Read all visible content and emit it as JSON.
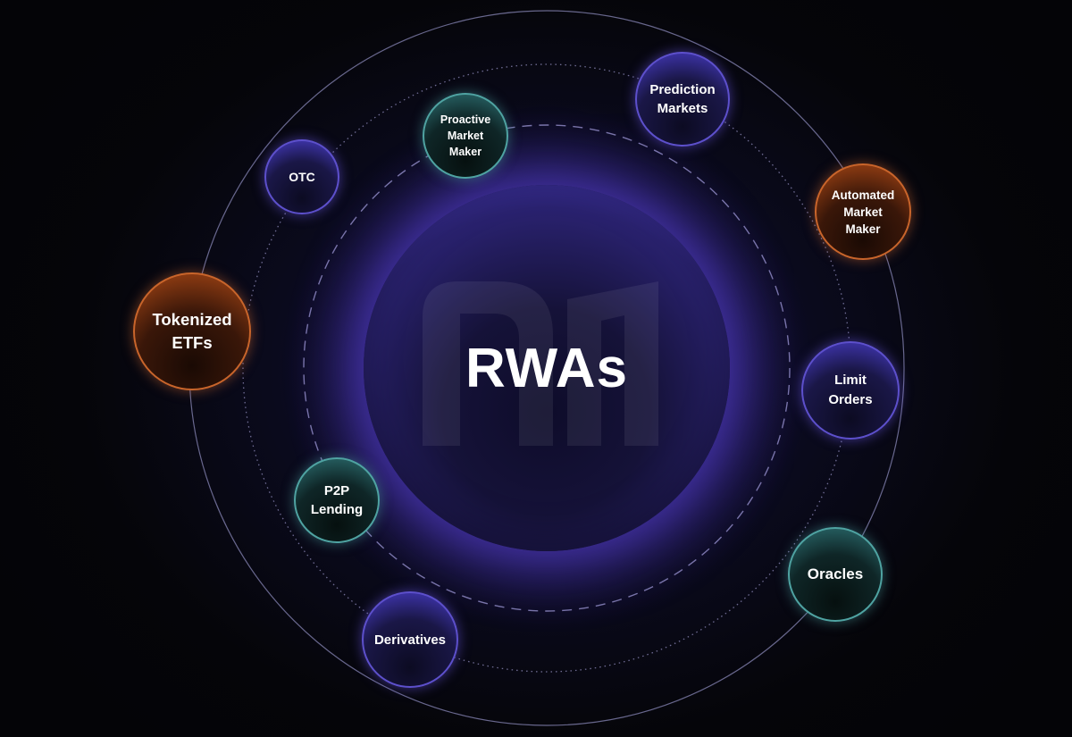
{
  "center": {
    "label": "RWAs",
    "logo": "m-logo-watermark"
  },
  "colors": {
    "purple": "#5d50cc",
    "teal": "#4fa3a2",
    "orange": "#c9652b",
    "background": "#050509"
  },
  "nodes": [
    {
      "id": "prediction-markets",
      "label": "Prediction\nMarkets",
      "theme": "purple"
    },
    {
      "id": "proactive-market-maker",
      "label": "Proactive\nMarket\nMaker",
      "theme": "teal"
    },
    {
      "id": "otc",
      "label": "OTC",
      "theme": "purple"
    },
    {
      "id": "automated-market-maker",
      "label": "Automated\nMarket\nMaker",
      "theme": "orange"
    },
    {
      "id": "tokenized-etfs",
      "label": "Tokenized\nETFs",
      "theme": "orange"
    },
    {
      "id": "limit-orders",
      "label": "Limit\nOrders",
      "theme": "purple"
    },
    {
      "id": "p2p-lending",
      "label": "P2P\nLending",
      "theme": "teal"
    },
    {
      "id": "oracles",
      "label": "Oracles",
      "theme": "teal"
    },
    {
      "id": "derivatives",
      "label": "Derivatives",
      "theme": "purple"
    }
  ]
}
